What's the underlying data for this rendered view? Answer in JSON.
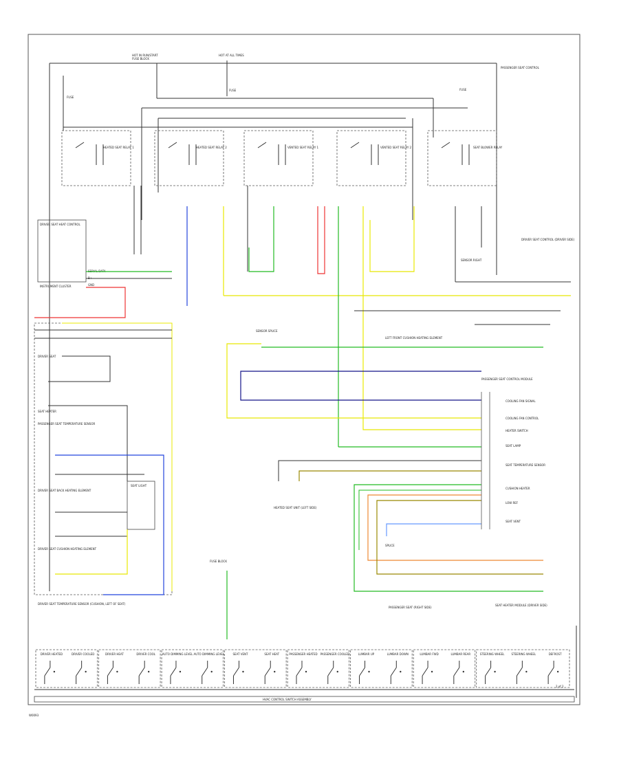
{
  "diagram": {
    "title": "HVAC CONTROL SWITCH ASSEMBLY",
    "page_code": "W0093",
    "sheet_ref": "2 of 2",
    "colors": {
      "green": "#22bb22",
      "yellow": "#e8e800",
      "red": "#ee3333",
      "blue": "#2244dd",
      "navy": "#111188",
      "orange": "#ee8833",
      "olive": "#998800",
      "light_blue": "#6699ff",
      "wire": "#333333"
    },
    "top_labels": {
      "hot_run": "HOT IN RUN/START",
      "fuse_block": "FUSE BLOCK",
      "hot_at_all": "HOT AT ALL TIMES",
      "fuse_b": "FUSE",
      "passenger_right": "PASSENGER SEAT CONTROL",
      "fuse_a": "FUSE",
      "fuse_c": "FUSE"
    },
    "relays": [
      "HEATED SEAT RELAY 1",
      "HEATED SEAT RELAY 2",
      "VENTED SEAT RELAY 1",
      "VENTED SEAT RELAY 2",
      "SEAT BLOWER RELAY"
    ],
    "left_module": {
      "title": "DRIVER SEAT HEAT CONTROL",
      "label": "INSTRUMENT CLUSTER",
      "pins": [
        "SERIAL DATA",
        "B+",
        "GND"
      ]
    },
    "left_components": [
      "DRIVER SEAT",
      "SEAT HEATER",
      "PASSENGER SEAT TEMPERATURE SENSOR",
      "SEAT LIGHT",
      "DRIVER SEAT BACK HEATING ELEMENT",
      "DRIVER SEAT CUSHION HEATING ELEMENT",
      "DRIVER SEAT TEMPERATURE SENSOR (CUSHION, LEFT OF SEAT)"
    ],
    "center_labels": {
      "fuse_bottom": "FUSE BLOCK",
      "sensor_splice": "SENSOR SPLICE",
      "heated_seat_unit": "HEATED SEAT UNIT (LEFT SIDE)",
      "passenger_seat_control": "PASSENGER SEAT CONTROL MODULE",
      "passenger_seat_bottom": "PASSENGER SEAT (RIGHT SIDE)",
      "splice": "SPLICE"
    },
    "right_labels": {
      "right_group": "DRIVER SEAT CONTROL (DRIVER SIDE)",
      "sensor_right": "SENSOR RIGHT",
      "left_front_cushion": "LEFT FRONT CUSHION HEATING ELEMENT",
      "right_components": [
        "COOLING FAN SIGNAL",
        "COOLING FAN CONTROL",
        "HEATER SWITCH",
        "SEAT LAMP",
        "SEAT TEMPERATURE SENSOR",
        "CUSHION HEATER",
        "LOW REF",
        "SEAT VENT"
      ],
      "right_bottom": "SEAT HEATER MODULE (DRIVER SIDE)"
    },
    "switches": [
      "DRIVER HEATED",
      "DRIVER COOLED",
      "DRIVER HEAT",
      "DRIVER COOL",
      "AUTO DIMMING LEVEL",
      "AUTO DIMMING LEVEL",
      "SEAT VENT",
      "SEAT HEAT",
      "PASSENGER HEATED",
      "PASSENGER COOLED",
      "LUMBAR UP",
      "LUMBAR DOWN",
      "LUMBAR FWD",
      "LUMBAR REAR",
      "STEERING WHEEL",
      "STEERING WHEEL",
      "DEFROST"
    ]
  }
}
